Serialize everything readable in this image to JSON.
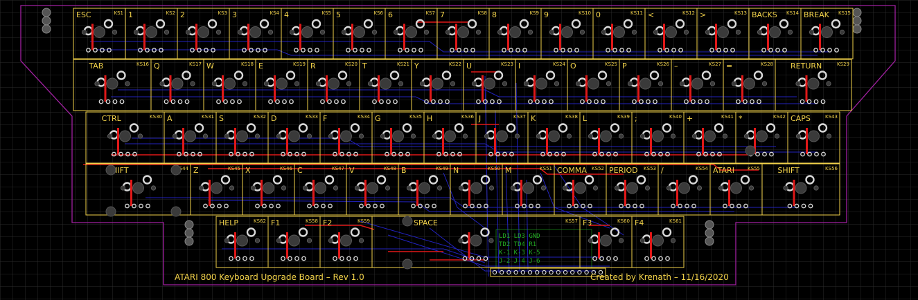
{
  "board": {
    "title": "ATARI 800 Keyboard Upgrade Board – Rev 1.0",
    "credit": "Created by Krenath – 11/16/2020"
  },
  "colors": {
    "background": "#000000",
    "grid": "#2a2a2a",
    "outline": "#a020a0",
    "silkscreen": "#f2d24a",
    "trace_top": "#e01818",
    "trace_bottom": "#2828e0",
    "pad": "#d8d8d8",
    "hole": "#3a3a3a",
    "copper_text": "#22aa22"
  },
  "rows": [
    [
      {
        "label": "ESC",
        "ref": "KS1"
      },
      {
        "label": "1",
        "ref": "KS2"
      },
      {
        "label": "2",
        "ref": "KS3"
      },
      {
        "label": "3",
        "ref": "KS4"
      },
      {
        "label": "4",
        "ref": "KS5"
      },
      {
        "label": "5",
        "ref": "KS6"
      },
      {
        "label": "6",
        "ref": "KS7"
      },
      {
        "label": "7",
        "ref": "KS8"
      },
      {
        "label": "8",
        "ref": "KS9"
      },
      {
        "label": "9",
        "ref": "KS10"
      },
      {
        "label": "0",
        "ref": "KS11"
      },
      {
        "label": "<",
        "ref": "KS12"
      },
      {
        "label": ">",
        "ref": "KS13"
      },
      {
        "label": "BACKS",
        "ref": "KS14"
      },
      {
        "label": "BREAK",
        "ref": "KS15"
      }
    ],
    [
      {
        "label": "TAB",
        "ref": "KS16"
      },
      {
        "label": "Q",
        "ref": "KS17"
      },
      {
        "label": "W",
        "ref": "KS18"
      },
      {
        "label": "E",
        "ref": "KS19"
      },
      {
        "label": "R",
        "ref": "KS20"
      },
      {
        "label": "T",
        "ref": "KS21"
      },
      {
        "label": "Y",
        "ref": "KS22"
      },
      {
        "label": "U",
        "ref": "KS23"
      },
      {
        "label": "I",
        "ref": "KS24"
      },
      {
        "label": "O",
        "ref": "KS25"
      },
      {
        "label": "P",
        "ref": "KS26"
      },
      {
        "label": "–",
        "ref": "KS27"
      },
      {
        "label": "=",
        "ref": "KS28"
      },
      {
        "label": "RETURN",
        "ref": "KS29"
      }
    ],
    [
      {
        "label": "CTRL",
        "ref": "KS30"
      },
      {
        "label": "A",
        "ref": "KS31"
      },
      {
        "label": "S",
        "ref": "KS32"
      },
      {
        "label": "D",
        "ref": "KS33"
      },
      {
        "label": "F",
        "ref": "KS34"
      },
      {
        "label": "G",
        "ref": "KS35"
      },
      {
        "label": "H",
        "ref": "KS36"
      },
      {
        "label": "J",
        "ref": "KS37"
      },
      {
        "label": "K",
        "ref": "KS38"
      },
      {
        "label": "L",
        "ref": "KS39"
      },
      {
        "label": ";",
        "ref": "KS40"
      },
      {
        "label": "+",
        "ref": "KS41"
      },
      {
        "label": "*",
        "ref": "KS42"
      },
      {
        "label": "CAPS",
        "ref": "KS43"
      }
    ],
    [
      {
        "label": "SHIFT",
        "ref": "KS44"
      },
      {
        "label": "Z",
        "ref": "KS45"
      },
      {
        "label": "X",
        "ref": "KS46"
      },
      {
        "label": "C",
        "ref": "KS47"
      },
      {
        "label": "V",
        "ref": "KS48"
      },
      {
        "label": "B",
        "ref": "KS49"
      },
      {
        "label": "N",
        "ref": "KS50"
      },
      {
        "label": "M",
        "ref": "KS51"
      },
      {
        "label": "COMMA",
        "ref": "KS52"
      },
      {
        "label": "PERIOD",
        "ref": "KS53"
      },
      {
        "label": "/",
        "ref": "KS54"
      },
      {
        "label": "ATARI",
        "ref": "KS55"
      },
      {
        "label": "SHIFT",
        "ref": "KS56"
      }
    ],
    [
      {
        "label": "HELP",
        "ref": "KS62"
      },
      {
        "label": "F1",
        "ref": "KS58"
      },
      {
        "label": "F2",
        "ref": "KS59"
      },
      {
        "label": "SPACE",
        "ref": "KS57"
      },
      {
        "label": "F3",
        "ref": "KS60"
      },
      {
        "label": "F4",
        "ref": "KS61"
      }
    ]
  ]
}
